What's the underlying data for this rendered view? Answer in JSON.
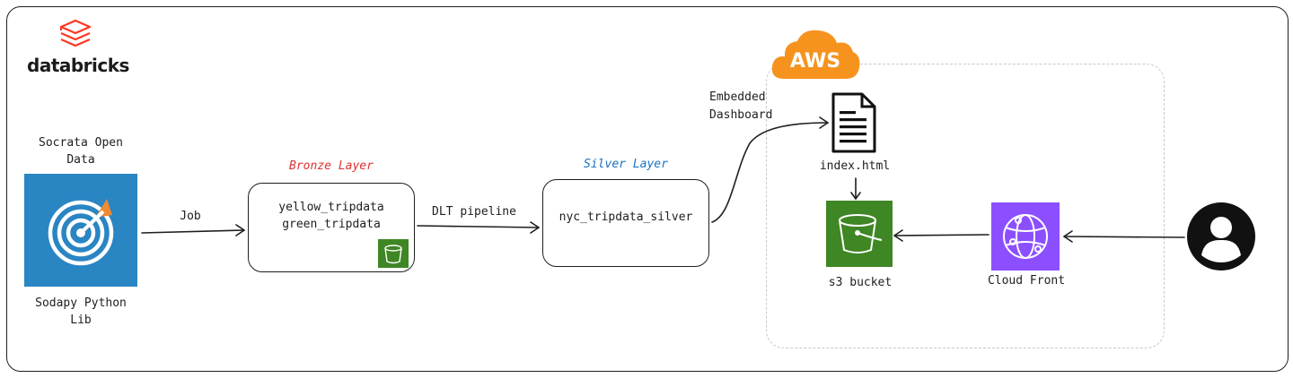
{
  "brand": {
    "name": "databricks",
    "color": "#ff3621"
  },
  "source": {
    "title": "Socrata Open Data",
    "subtitle": "Sodapy Python Lib",
    "icon": "socrata-target-icon",
    "color": "#2a85c3"
  },
  "bronze": {
    "title": "Bronze Layer",
    "title_color": "#e03131",
    "line1": "yellow_tripdata",
    "line2": "green_tripdata",
    "icon": "s3-bucket-icon"
  },
  "silver": {
    "title": "Silver Layer",
    "title_color": "#1971c2",
    "line1": "nyc_tripdata_silver"
  },
  "edges": {
    "job": "Job",
    "dlt": "DLT pipeline",
    "embed1": "Embedded",
    "embed2": "Dashboard"
  },
  "aws": {
    "badge": "AWS",
    "badge_color": "#f6931e",
    "index": "index.html",
    "s3": "s3 bucket",
    "cloudfront": "Cloud Front",
    "s3_color": "#3f8624",
    "cloudfront_color": "#8c4fff"
  },
  "user": {
    "icon": "user-avatar-icon"
  }
}
